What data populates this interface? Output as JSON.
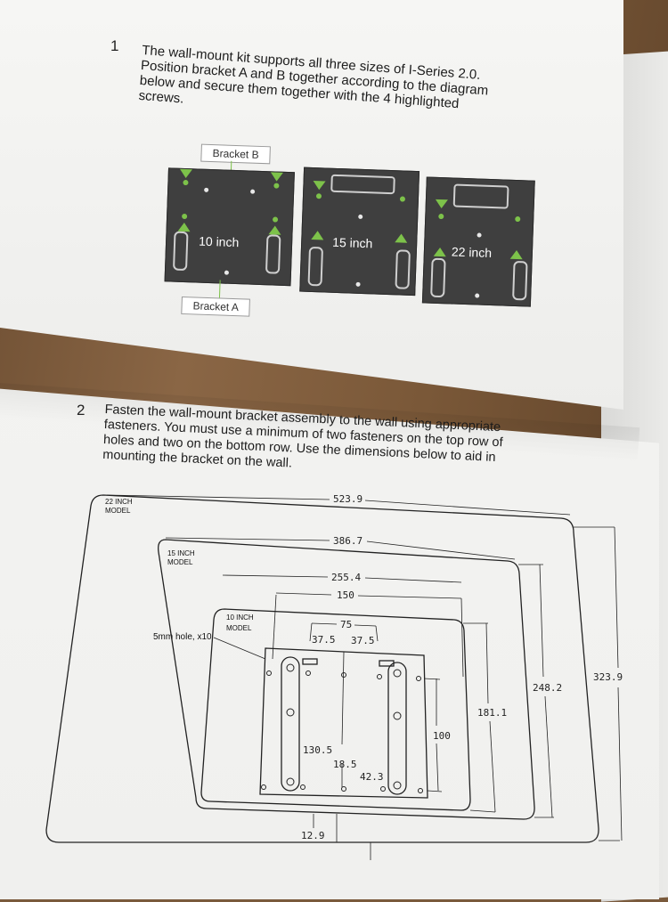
{
  "step1": {
    "number": "1",
    "text": "The wall-mount kit supports all three sizes of I-Series 2.0.\nPosition bracket A and B together according to the diagram\nbelow and secure them together with the 4 highlighted\nscrews."
  },
  "brackets": {
    "label_b": "Bracket B",
    "label_a": "Bracket A",
    "sizes": [
      "10 inch",
      "15 inch",
      "22 inch"
    ]
  },
  "step2": {
    "number": "2",
    "text": "Fasten the wall-mount bracket assembly to the wall using appropriate\nfasteners. You must use a minimum of two fasteners on the top row of\nholes and two on the bottom row. Use the dimensions below to aid in\nmounting the bracket on the wall."
  },
  "drawing": {
    "models": {
      "m22_line1": "22 INCH",
      "m22_line2": "MODEL",
      "m15_line1": "15 INCH",
      "m15_line2": "MODEL",
      "m10_line1": "10 INCH",
      "m10_line2": "MODEL"
    },
    "hole_note": "5mm hole, x10",
    "dims": {
      "w22": "523.9",
      "w15": "386.7",
      "w10": "255.4",
      "d150": "150",
      "d75": "75",
      "d37a": "37.5",
      "d37b": "37.5",
      "h22": "323.9",
      "h15": "248.2",
      "h10": "181.1",
      "d100": "100",
      "d130": "130.5",
      "d18": "18.5",
      "d42": "42.3",
      "d12": "12.9"
    }
  }
}
